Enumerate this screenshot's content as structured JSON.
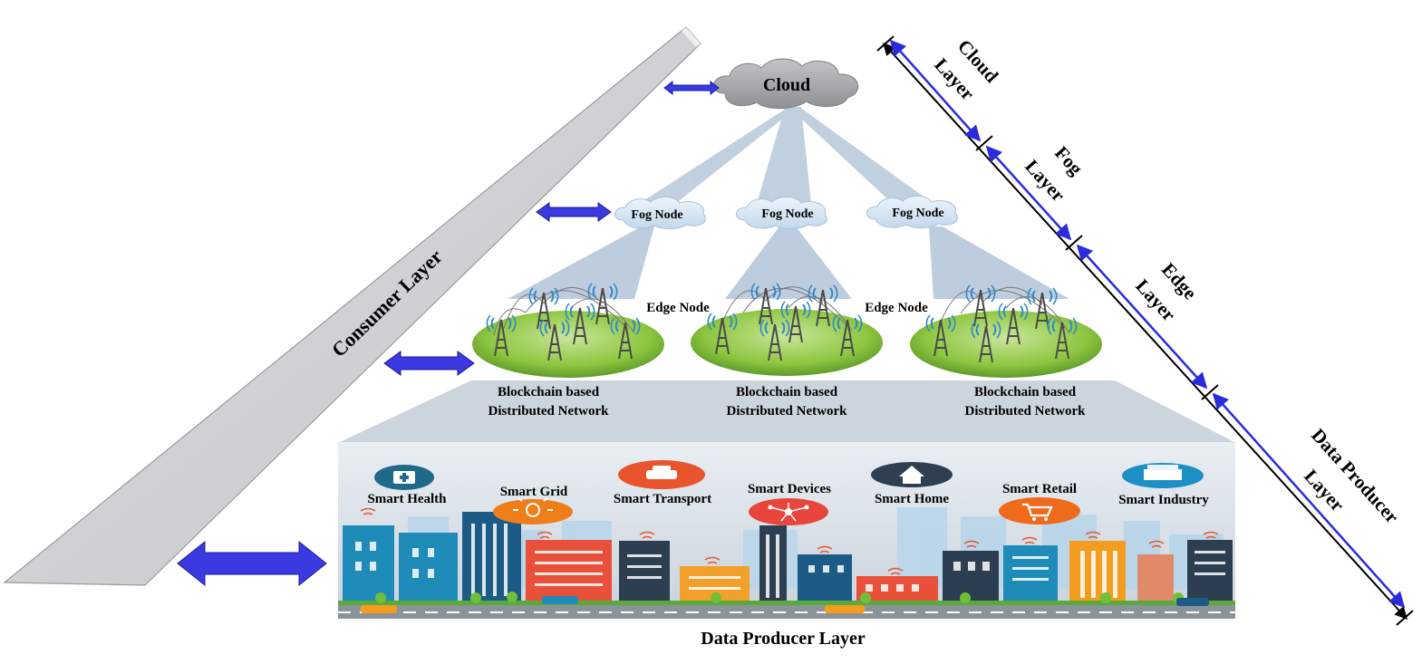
{
  "cloud": {
    "label": "Cloud"
  },
  "fog_nodes": [
    {
      "label": "Fog Node"
    },
    {
      "label": "Fog Node"
    },
    {
      "label": "Fog Node"
    }
  ],
  "edge_labels": [
    {
      "label": "Edge Node"
    },
    {
      "label": "Edge Node"
    }
  ],
  "edge_networks": [
    {
      "line1": "Blockchain based",
      "line2": "Distributed Network"
    },
    {
      "line1": "Blockchain based",
      "line2": "Distributed Network"
    },
    {
      "line1": "Blockchain based",
      "line2": "Distributed Network"
    }
  ],
  "consumer": {
    "label": "Consumer Layer"
  },
  "producer": {
    "label": "Data Producer Layer"
  },
  "smart_items": [
    {
      "label": "Smart Health",
      "icon": "medical-case-icon",
      "color": "#1f6a8a"
    },
    {
      "label": "Smart Grid",
      "icon": "lightbulb-icon",
      "color": "#ef7d1a"
    },
    {
      "label": "Smart Transport",
      "icon": "car-icon",
      "color": "#e8542e"
    },
    {
      "label": "Smart Devices",
      "icon": "network-hub-icon",
      "color": "#e8453c"
    },
    {
      "label": "Smart Home",
      "icon": "house-icon",
      "color": "#2e3f52"
    },
    {
      "label": "Smart Retail",
      "icon": "shopping-cart-icon",
      "color": "#ef6a1a"
    },
    {
      "label": "Smart Industry",
      "icon": "factory-icon",
      "color": "#1c8fc4"
    }
  ],
  "side_layers": [
    {
      "line1": "Cloud",
      "line2": "Layer"
    },
    {
      "line1": "Fog",
      "line2": "Layer"
    },
    {
      "line1": "Edge",
      "line2": "Layer"
    },
    {
      "line1": "Data Producer",
      "line2": "Layer"
    }
  ],
  "colors": {
    "arrow": "#2b2bdc",
    "cloud": "#a9a9ab",
    "fog_cloud": "#d6e6f3",
    "edge_ellipse": "#8dc63f",
    "panel": "#dce3ea"
  }
}
